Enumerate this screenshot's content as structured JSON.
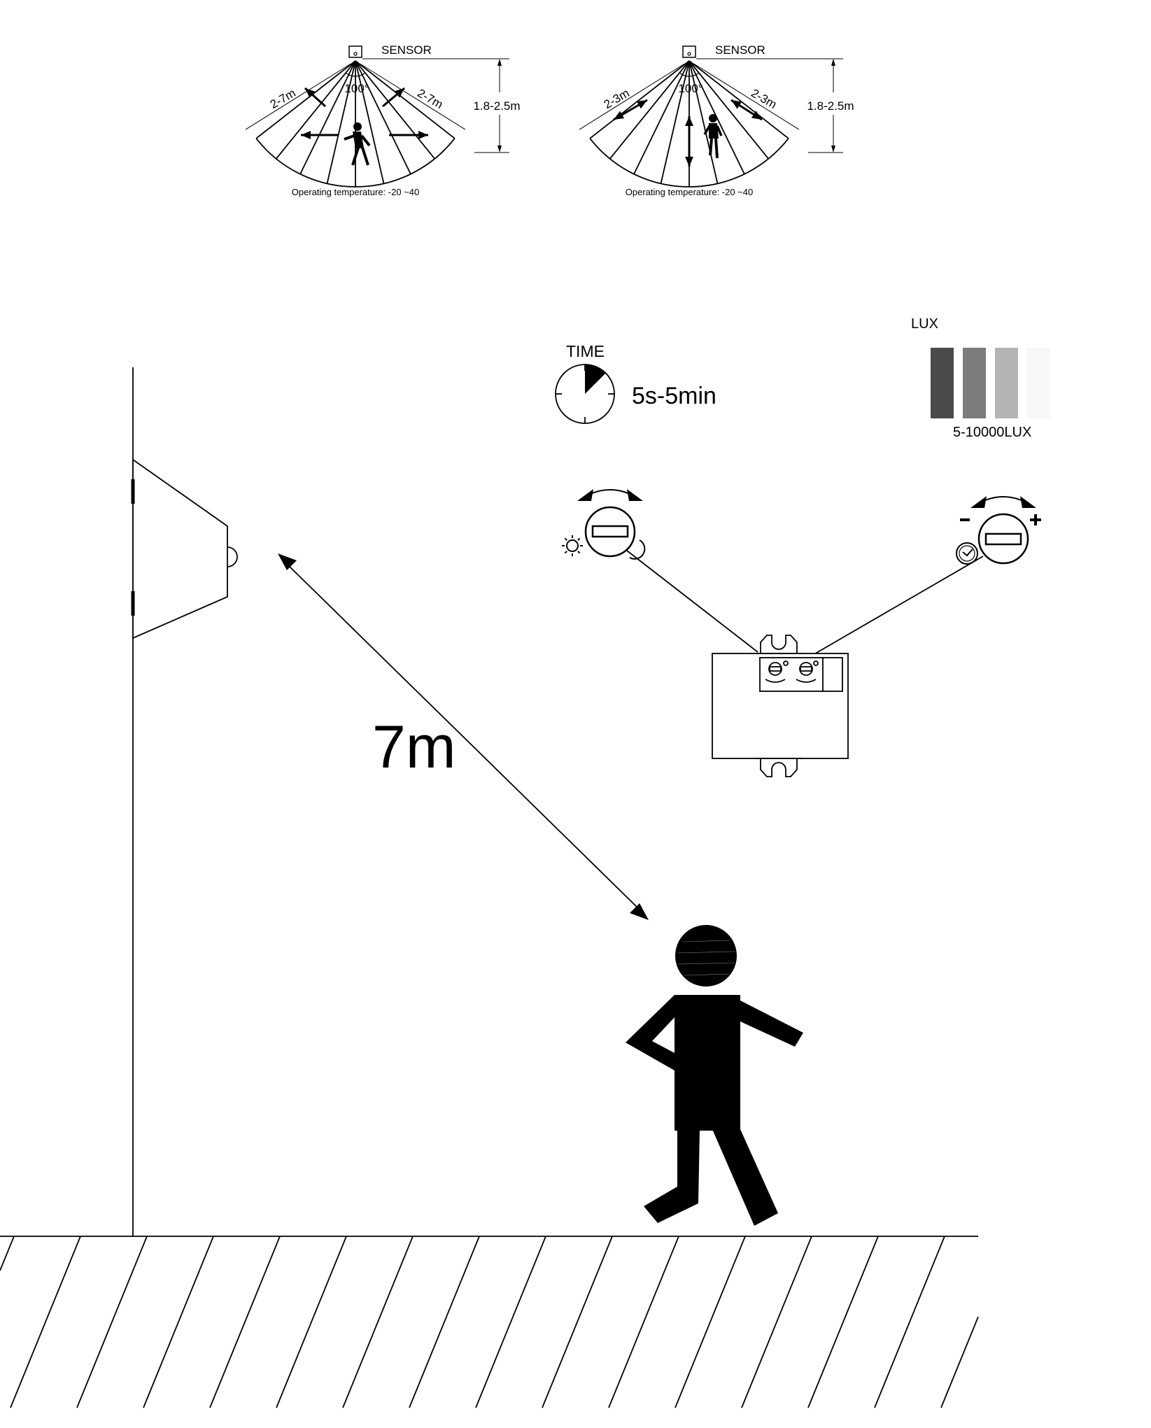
{
  "coverage_diagrams": [
    {
      "sensor_label": "SENSOR",
      "angle_label": "100°",
      "left_range": "2-7m",
      "right_range": "2-7m",
      "height_range": "1.8-2.5m",
      "operating_temperature": "Operating temperature: -20 ~40",
      "motion": "tangential"
    },
    {
      "sensor_label": "SENSOR",
      "angle_label": "100°",
      "left_range": "2-3m",
      "right_range": "2-3m",
      "height_range": "1.8-2.5m",
      "operating_temperature": "Operating temperature: -20 ~40",
      "motion": "radial"
    }
  ],
  "time_setting": {
    "label": "TIME",
    "range": "5s-5min"
  },
  "lux_setting": {
    "label": "LUX",
    "range": "5-10000LUX",
    "swatch_colors": [
      "#4a4a4a",
      "#7c7c7c",
      "#b4b4b4",
      "#f7f7f7"
    ]
  },
  "detection_distance": "7m",
  "colors": {
    "ink": "#000000",
    "background": "#ffffff"
  },
  "icons": {
    "lux_knob": [
      "sun-icon",
      "moon-icon"
    ],
    "time_knob": [
      "minus-icon",
      "plus-icon",
      "clock-icon"
    ]
  }
}
